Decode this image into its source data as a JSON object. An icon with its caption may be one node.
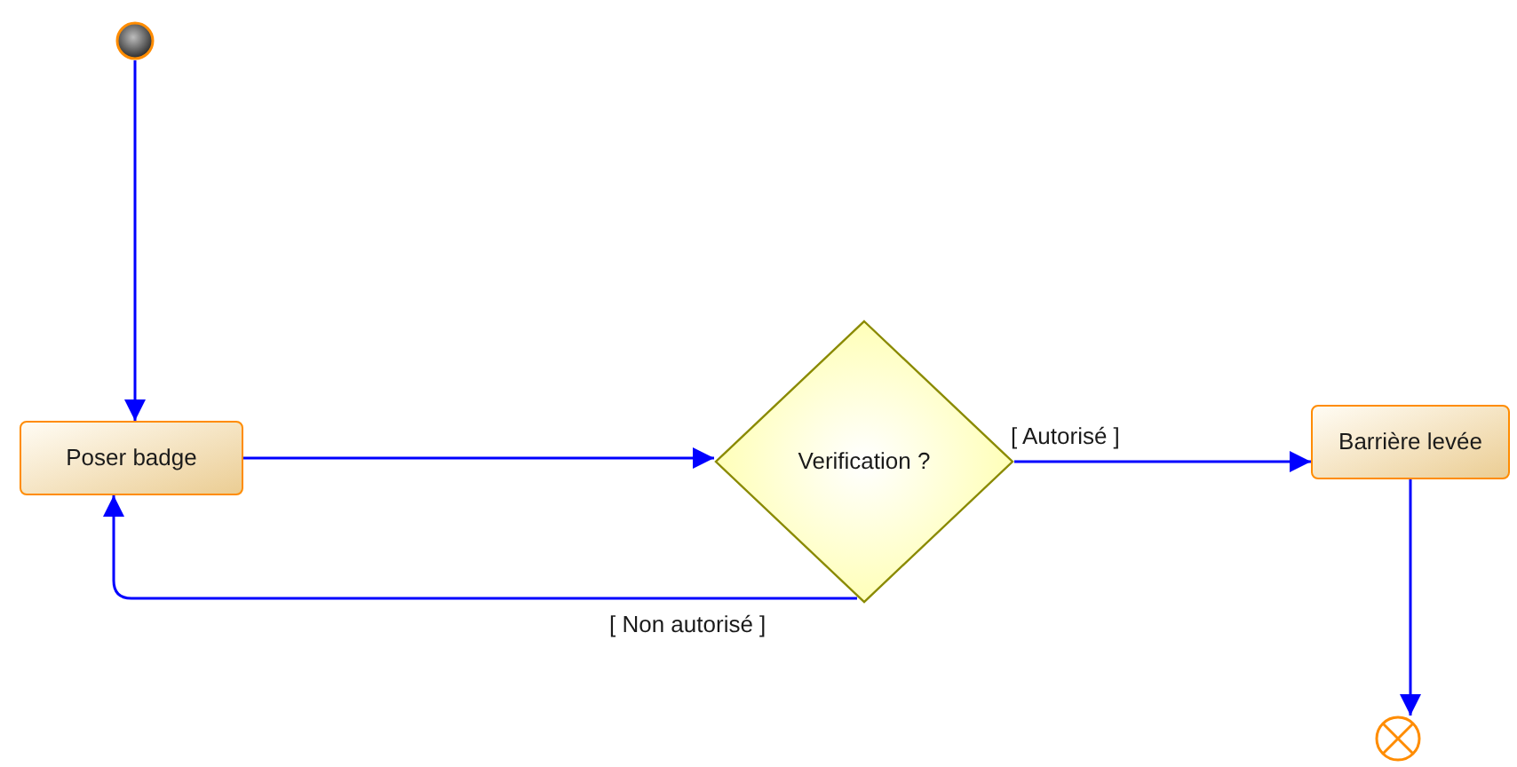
{
  "diagram": {
    "nodes": [
      {
        "text": [],
        "shape": "circle"
      },
      {
        "text": [
          "Poser badge"
        ]
      },
      {
        "text": [
          "Verification ?"
        ]
      },
      {
        "text": [
          "Barrière levée"
        ]
      },
      {
        "text": [],
        "shape": "circle"
      }
    ],
    "edges": [
      {
        "from": 0,
        "to": 1,
        "arrow": "to"
      },
      {
        "from": 1,
        "to": 2,
        "arrow": "to"
      },
      {
        "from": 2,
        "to": 3,
        "arrow": "to",
        "label": "[ Autorisé ]"
      },
      {
        "from": 2,
        "to": 1,
        "arrow": "to",
        "label": "[ Non autorisé ]"
      },
      {
        "from": 3,
        "to": 4,
        "arrow": "to"
      }
    ]
  }
}
